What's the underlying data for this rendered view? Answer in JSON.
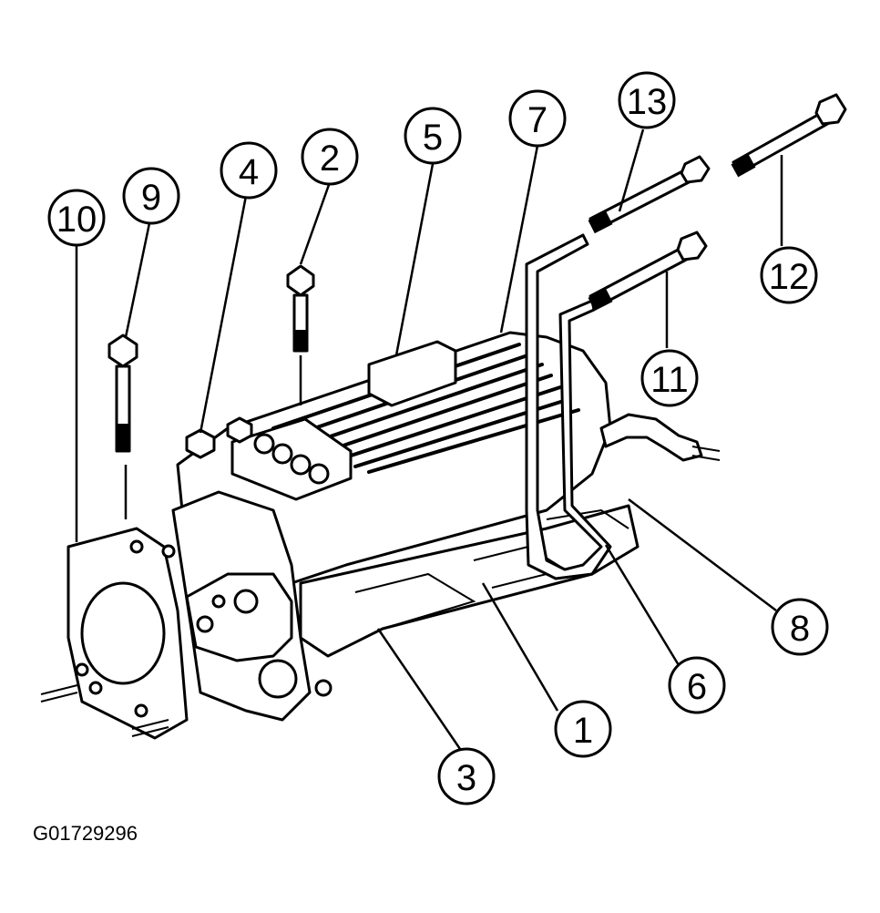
{
  "figure_id": "G01729296",
  "callouts": [
    {
      "id": "c1",
      "label": "1"
    },
    {
      "id": "c2",
      "label": "2"
    },
    {
      "id": "c3",
      "label": "3"
    },
    {
      "id": "c4",
      "label": "4"
    },
    {
      "id": "c5",
      "label": "5"
    },
    {
      "id": "c6",
      "label": "6"
    },
    {
      "id": "c7",
      "label": "7"
    },
    {
      "id": "c8",
      "label": "8"
    },
    {
      "id": "c9",
      "label": "9"
    },
    {
      "id": "c10",
      "label": "10"
    },
    {
      "id": "c11",
      "label": "11"
    },
    {
      "id": "c12",
      "label": "12"
    },
    {
      "id": "c13",
      "label": "13"
    }
  ],
  "colors": {
    "line": "#000000",
    "background": "#ffffff"
  }
}
